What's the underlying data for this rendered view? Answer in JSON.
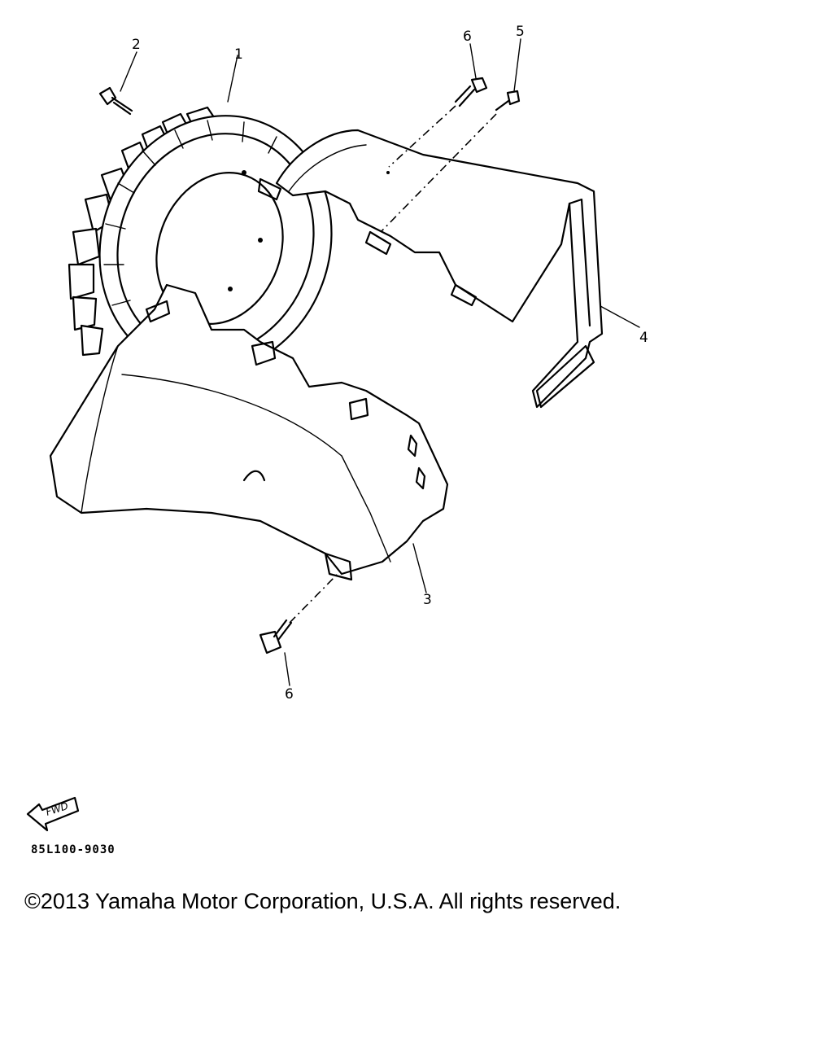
{
  "callouts": [
    "1",
    "2",
    "3",
    "4",
    "5",
    "6",
    "6"
  ],
  "fwd_label": "FWD",
  "drawing_code": "85L100-9030",
  "copyright": "©2013 Yamaha Motor Corporation, U.S.A. All rights reserved."
}
